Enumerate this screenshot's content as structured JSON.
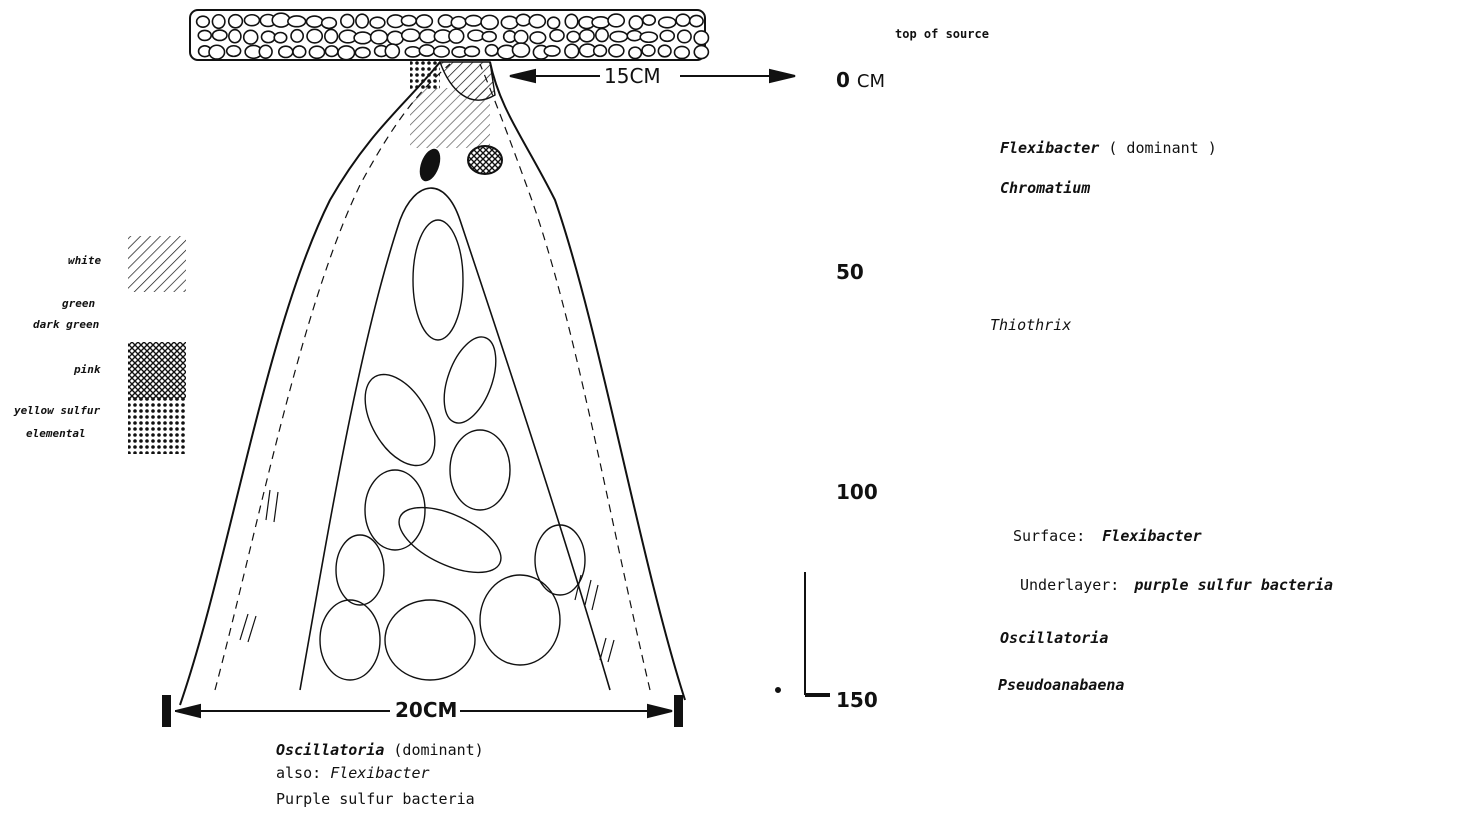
{
  "header": {
    "top_label": "top of source"
  },
  "dimensions": {
    "width_top": "15CM",
    "width_bottom": "20CM"
  },
  "scale": {
    "zero": "0",
    "zero_unit": "CM",
    "mark_50": "50",
    "mark_100": "100",
    "mark_150": "150"
  },
  "legend": {
    "white": "white",
    "green": "green",
    "dark_green": "dark green",
    "pink": "pink",
    "yellow_sulfur": "yellow sulfur",
    "elemental": "elemental"
  },
  "annotations": {
    "flexibacter_dominant_name": "Flexibacter",
    "flexibacter_dominant_note": "( dominant )",
    "chromatium": "Chromatium",
    "thiothrix": "Thiothrix",
    "surface_label": "Surface:",
    "surface_value": "Flexibacter",
    "underlayer_label": "Underlayer:",
    "underlayer_value": "purple sulfur bacteria",
    "oscillatoria": "Oscillatoria",
    "pseudoanabaena": "Pseudoanabaena"
  },
  "bottom_caption": {
    "line1_name": "Oscillatoria",
    "line1_note": "(dominant)",
    "line2_label": "also:",
    "line2_value": "Flexibacter",
    "line3": "Purple sulfur bacteria"
  }
}
